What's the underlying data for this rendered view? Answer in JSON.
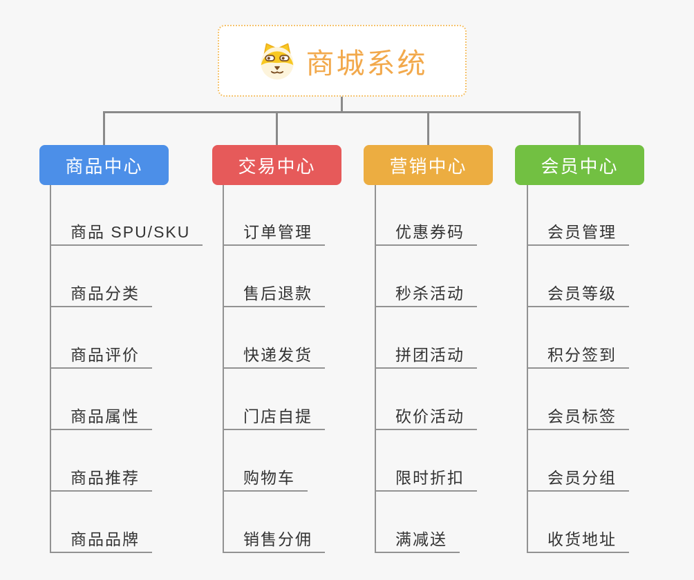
{
  "page": {
    "background_color": "#f7f7f7",
    "connector_color": "#8a8a8a"
  },
  "root": {
    "title": "商城系统",
    "icon": "shiba-dog-icon",
    "title_color": "#f2a94c",
    "border_color": "#f5c26b"
  },
  "branches": [
    {
      "label": "商品中心",
      "color": "#4c8fe8",
      "items": [
        "商品 SPU/SKU",
        "商品分类",
        "商品评价",
        "商品属性",
        "商品推荐",
        "商品品牌"
      ]
    },
    {
      "label": "交易中心",
      "color": "#e65a5a",
      "items": [
        "订单管理",
        "售后退款",
        "快递发货",
        "门店自提",
        "购物车",
        "销售分佣"
      ]
    },
    {
      "label": "营销中心",
      "color": "#ecad41",
      "items": [
        "优惠券码",
        "秒杀活动",
        "拼团活动",
        "砍价活动",
        "限时折扣",
        "满减送"
      ]
    },
    {
      "label": "会员中心",
      "color": "#72c042",
      "items": [
        "会员管理",
        "会员等级",
        "积分签到",
        "会员标签",
        "会员分组",
        "收货地址"
      ]
    }
  ]
}
